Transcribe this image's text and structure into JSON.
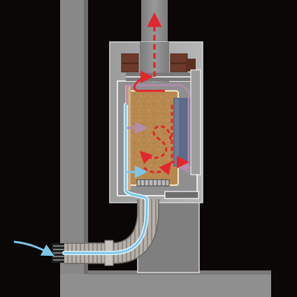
{
  "diagram": {
    "background": "#0b0707",
    "colors": {
      "wall": "#888888",
      "wall_edge": "#6a6a6a",
      "stove_body": "#a7a7a7",
      "stove_dark": "#7d7d7d",
      "flue_pipe": "#8d8d8d",
      "firebox_interior": "#b8894f",
      "firebox_border": "#ffffff",
      "bricks": "#6b3a2a",
      "glass_panel": "#5d6b86",
      "hot_flow": "#e2262d",
      "warm_flow": "#b58bb0",
      "cold_flow": "#7cc6e8",
      "cold_flow_edge": "#dff4fb",
      "flex_duct": "#b0aaa4",
      "floor": "#8f8f8f"
    },
    "components": [
      "masonry-wall",
      "floor-slab",
      "flue-pipe",
      "stove-body",
      "top-bricks",
      "firebox",
      "glass-door-panel",
      "grate",
      "ash-pan",
      "flexible-air-duct",
      "wall-vent-grille",
      "outside-air-inlet-arrow",
      "combustion-flow-arrows",
      "exhaust-flow-arrow"
    ]
  }
}
